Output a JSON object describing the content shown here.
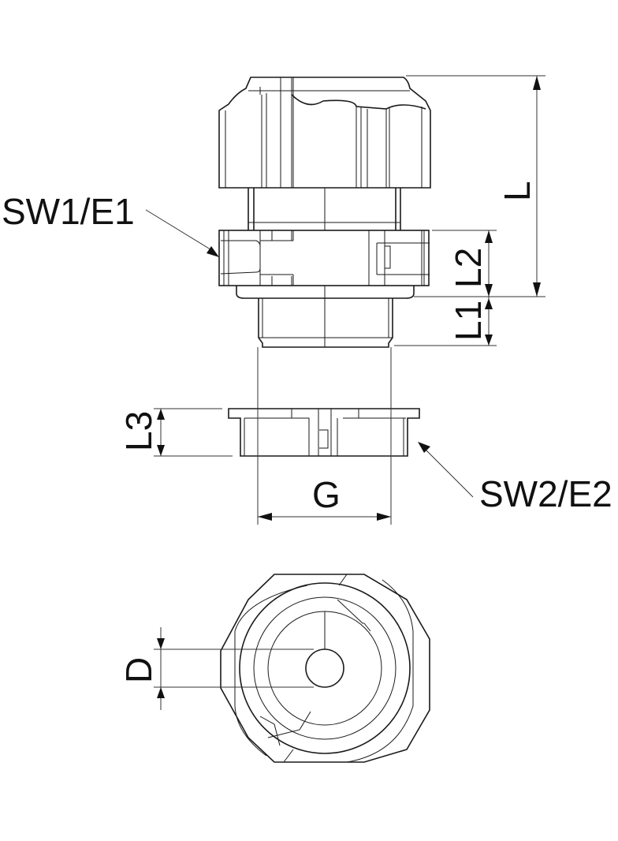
{
  "drawing": {
    "type": "technical-drawing",
    "subject": "cable-gland",
    "views": [
      "side-view-assembled",
      "side-view-locknut",
      "top-view"
    ],
    "labels": {
      "sw1": "SW1/E1",
      "sw2": "SW2/E2",
      "L": "L",
      "L1": "L1",
      "L2": "L2",
      "L3": "L3",
      "G": "G",
      "D": "D"
    },
    "colors": {
      "line": "#1a1a1a",
      "background": "#ffffff"
    }
  }
}
